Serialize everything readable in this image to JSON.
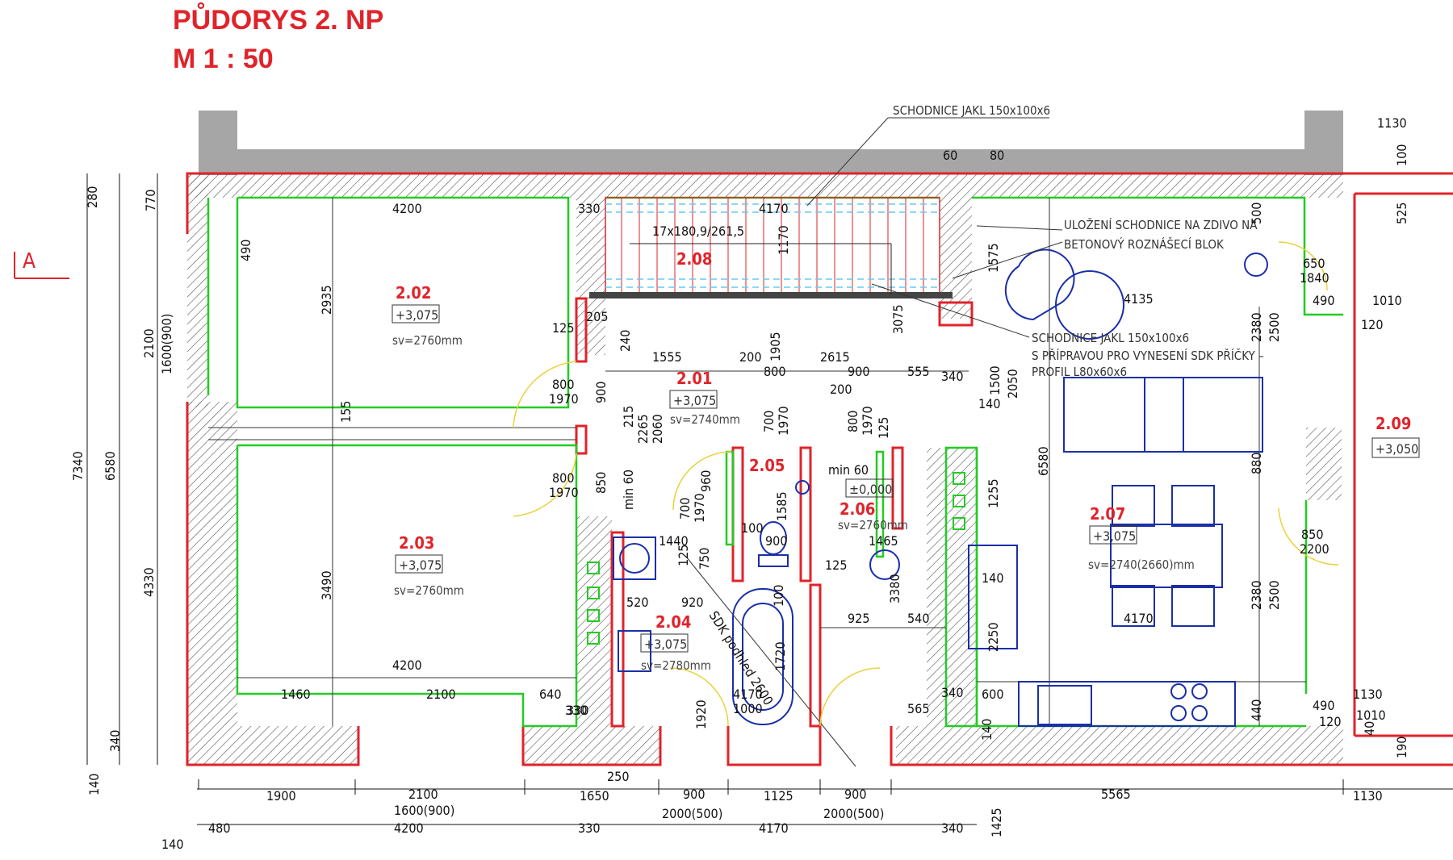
{
  "header": {
    "title": "PŮDORYS 2. NP",
    "scale": "M  1 : 50"
  },
  "section_marker": "A",
  "rooms": [
    {
      "number": "2.01",
      "level": "+3,075",
      "height": "sv=2740mm"
    },
    {
      "number": "2.02",
      "level": "+3,075",
      "height": "sv=2760mm"
    },
    {
      "number": "2.03",
      "level": "+3,075",
      "height": "sv=2760mm"
    },
    {
      "number": "2.04",
      "level": "+3,075",
      "height": "sv=2780mm"
    },
    {
      "number": "2.05"
    },
    {
      "number": "2.06",
      "level": "±0,000",
      "height": "sv=2760mm"
    },
    {
      "number": "2.07",
      "level": "+3,075",
      "height": "sv=2740(2660)mm"
    },
    {
      "number": "2.08"
    },
    {
      "number": "2.09",
      "level": "+3,050"
    }
  ],
  "annotations": {
    "stair_beam_top": "SCHODNICE JAKL 150x100x6",
    "support_1": "ULOŽENÍ SCHODNICE NA ZDIVO NA",
    "support_2": "BETONOVÝ ROZNÁŠECÍ BLOK",
    "stair_beam_2": "SCHODNICE JAKL 150x100x6",
    "stair_beam_2b": "S PŘÍPRAVOU PRO VYNESENÍ SDK PŘÍČKY –",
    "stair_beam_2c": "PROFIL L80x60x6",
    "stairs": "17x180,9/261,5",
    "sdk_ceiling": "SDK podhled 2600"
  },
  "dimensions": {
    "bottom_row1": [
      "1900",
      "2100",
      "1650",
      "900",
      "1125",
      "900",
      "5565",
      "1130"
    ],
    "bottom_row1_sub": [
      "1600(900)",
      "2000(500)",
      "2000(500)"
    ],
    "bottom_row2": [
      "140",
      "480",
      "4200",
      "330",
      "4170",
      "340",
      "1425"
    ],
    "bottom_250": "250",
    "left_overall": [
      "7340",
      "6580",
      "4330",
      "2100",
      "1600(900)",
      "280",
      "770",
      "340",
      "140"
    ],
    "top_right": [
      "1130",
      "100",
      "525",
      "60",
      "80"
    ],
    "room_202": [
      "4200",
      "490",
      "2935",
      "155"
    ],
    "room_203": [
      "3490",
      "4200",
      "1460",
      "2100",
      "640",
      "330"
    ],
    "stair": [
      "330",
      "4170",
      "1170",
      "3075",
      "125",
      "205",
      "240",
      "1905"
    ],
    "corridor": [
      "1555",
      "200",
      "2615",
      "800",
      "900",
      "555",
      "340",
      "1500",
      "2050",
      "140",
      "200"
    ],
    "doors": [
      "800",
      "1970",
      "900",
      "800",
      "1970",
      "850",
      "min 60",
      "215",
      "2265",
      "2060"
    ],
    "wc": [
      "700",
      "1970",
      "800",
      "1970",
      "125",
      "960",
      "700",
      "1970",
      "1585",
      "min 60",
      "100",
      "900",
      "125",
      "750",
      "125",
      "1440"
    ],
    "bath": [
      "520",
      "920",
      "100",
      "1720",
      "4170",
      "1000",
      "1920",
      "330"
    ],
    "room_206": [
      "1465",
      "3380",
      "925",
      "540",
      "565",
      "340"
    ],
    "room_207": [
      "1575",
      "4135",
      "500",
      "2380",
      "2500",
      "6580",
      "880",
      "1255",
      "140",
      "2250",
      "4170",
      "600",
      "140",
      "2380",
      "2500",
      "440"
    ],
    "room_209": [
      "650",
      "1840",
      "490",
      "1010",
      "120",
      "850",
      "2200",
      "1130",
      "490",
      "1010",
      "120",
      "40",
      "190"
    ]
  },
  "legend_colors": {
    "wall_outline": "#e0232a",
    "interior_outline": "#22cc22",
    "furniture": "#1a2fa8",
    "stair_lines": "#e0232a",
    "hatch": "#555555"
  }
}
